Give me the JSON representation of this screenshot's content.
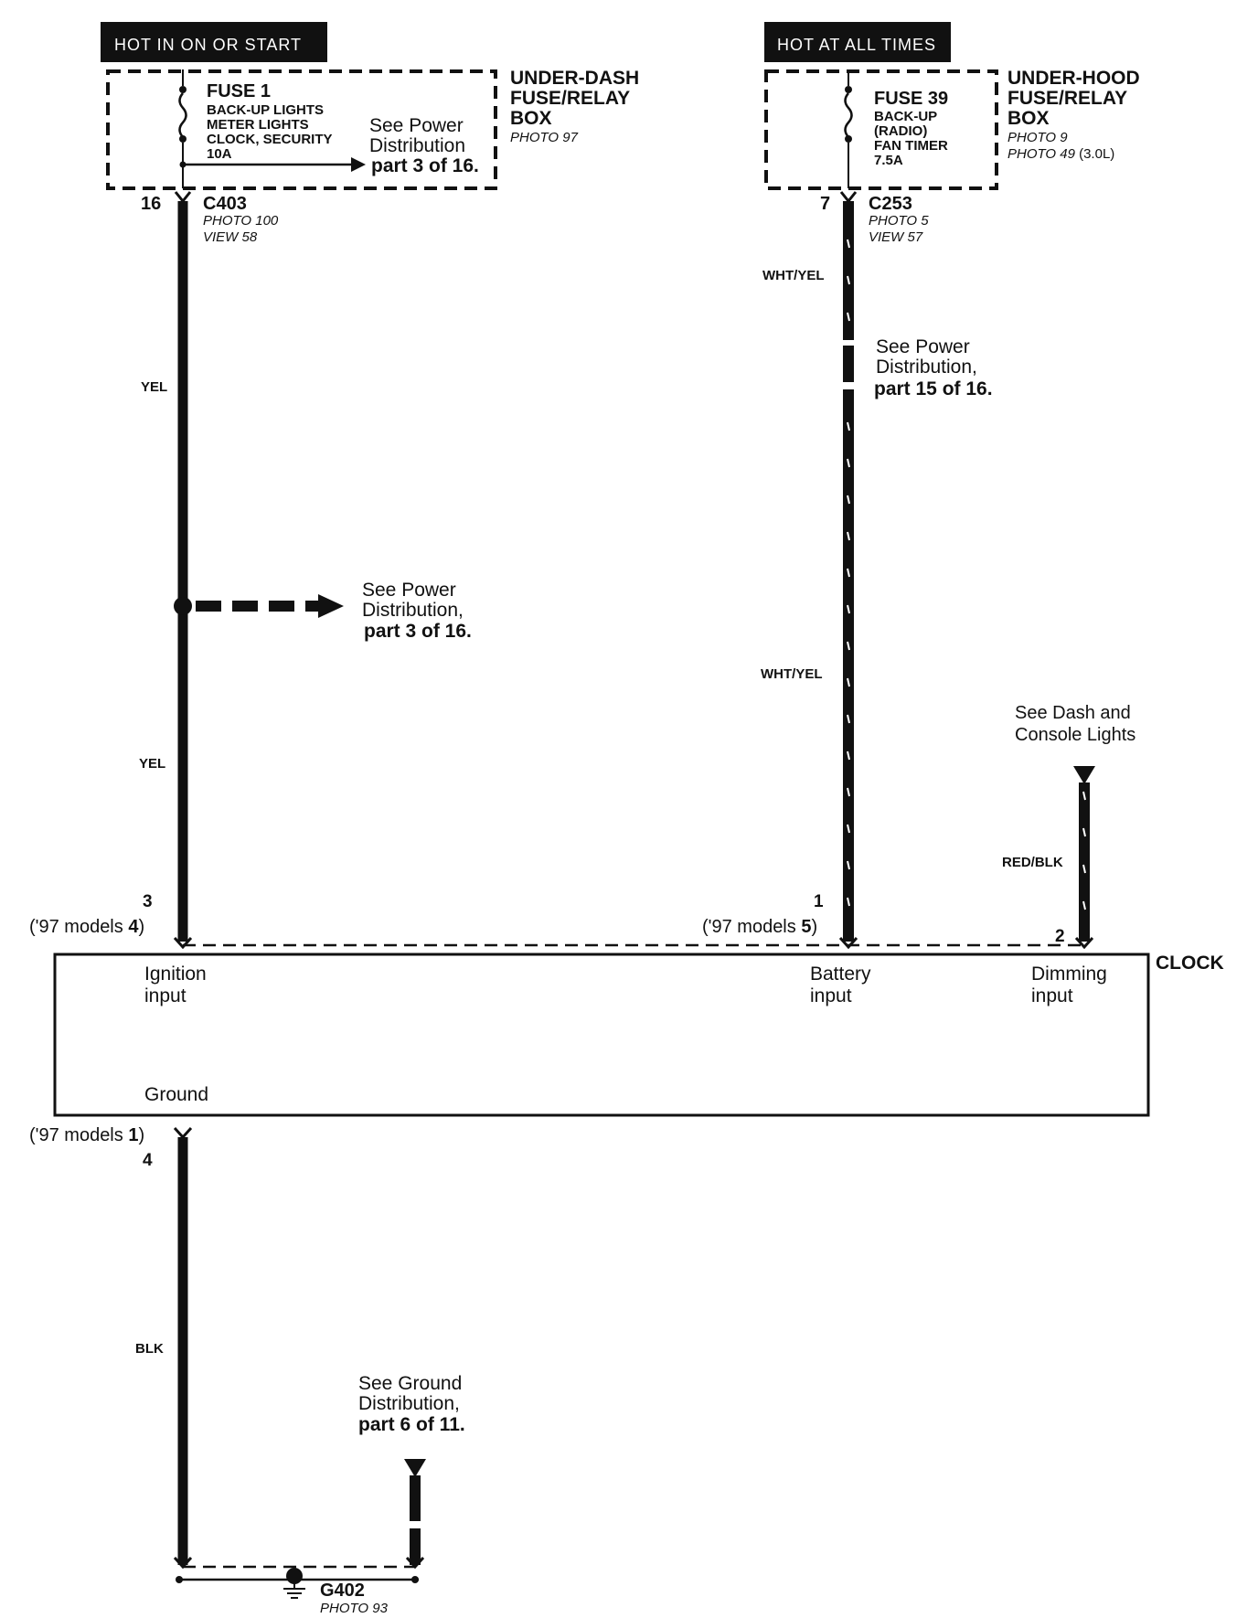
{
  "left_source": {
    "header": "HOT IN ON OR START",
    "box_title": [
      "UNDER-DASH",
      "FUSE/RELAY",
      "BOX"
    ],
    "box_photo": "PHOTO 97",
    "fuse_name": "FUSE 1",
    "fuse_desc": [
      "BACK-UP LIGHTS",
      "METER LIGHTS",
      "CLOCK, SECURITY",
      "10A"
    ],
    "see_note": [
      "See Power",
      "Distribution",
      "part 3 of 16."
    ],
    "pin": "16",
    "connector": "C403",
    "connector_photo": "PHOTO 100",
    "connector_view": "VIEW 58"
  },
  "right_source": {
    "header": "HOT AT ALL TIMES",
    "box_title": [
      "UNDER-HOOD",
      "FUSE/RELAY",
      "BOX"
    ],
    "box_photo": "PHOTO 9",
    "box_photo2": "PHOTO 49",
    "box_photo2_suffix": "(3.0L)",
    "fuse_name": "FUSE 39",
    "fuse_desc": [
      "BACK-UP",
      "(RADIO)",
      "FAN TIMER",
      "7.5A"
    ],
    "pin": "7",
    "connector": "C253",
    "connector_photo": "PHOTO 5",
    "connector_view": "VIEW 57"
  },
  "wires": {
    "yel_upper": "YEL",
    "yel_lower": "YEL",
    "wht_yel_upper": "WHT/YEL",
    "wht_yel_lower": "WHT/YEL",
    "red_blk": "RED/BLK",
    "blk": "BLK"
  },
  "notes": {
    "mid_power": [
      "See Power",
      "Distribution,",
      "part 3 of 16."
    ],
    "right_power": [
      "See Power",
      "Distribution,",
      "part 15 of 16."
    ],
    "dash": [
      "See Dash and",
      "Console Lights"
    ],
    "ground": [
      "See Ground",
      "Distribution,",
      "part 6 of 11."
    ]
  },
  "clock": {
    "label": "CLOCK",
    "ignition_pin": "3",
    "ignition_alt_prefix": "('97 models ",
    "ignition_alt_pin": "4",
    "ignition_alt_suffix": ")",
    "battery_pin": "1",
    "battery_alt_prefix": "('97 models ",
    "battery_alt_pin": "5",
    "battery_alt_suffix": ")",
    "dimming_pin": "2",
    "ignition_label": [
      "Ignition",
      "input"
    ],
    "battery_label": [
      "Battery",
      "input"
    ],
    "dimming_label": [
      "Dimming",
      "input"
    ],
    "ground_label": "Ground",
    "ground_alt_prefix": "('97 models ",
    "ground_alt_pin": "1",
    "ground_alt_suffix": ")",
    "ground_pin": "4"
  },
  "ground_point": {
    "name": "G402",
    "photo": "PHOTO 93"
  }
}
